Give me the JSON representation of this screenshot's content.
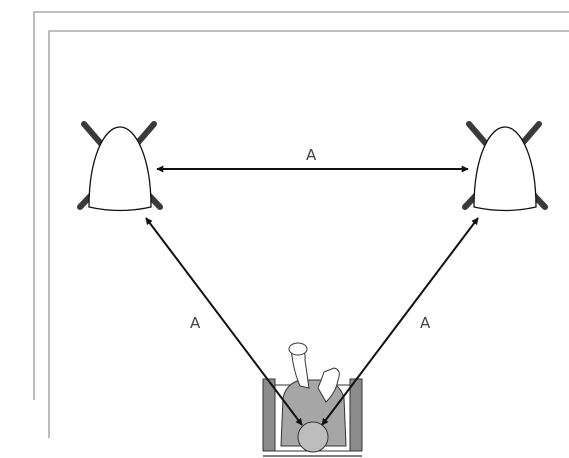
{
  "diagram": {
    "labels": {
      "top_distance": "A",
      "left_distance": "A",
      "right_distance": "A"
    },
    "colors": {
      "wall": "#999999",
      "arrow": "#111111",
      "speaker_body": "#ffffff",
      "speaker_outline": "#111111",
      "speaker_mount": "#3a3a3a",
      "chair": "#8c8c8c",
      "shirt": "#a6a6a6",
      "head": "#bdbdbd"
    }
  }
}
